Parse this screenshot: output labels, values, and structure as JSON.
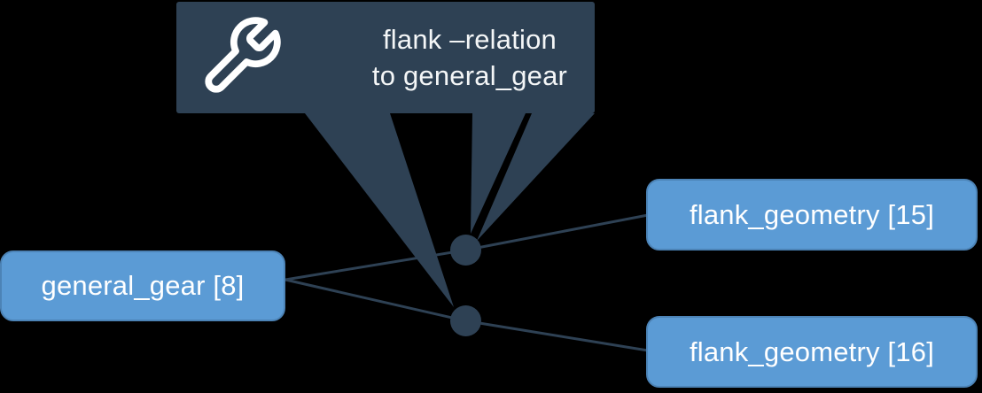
{
  "canvas": {
    "background": "#000000"
  },
  "tooltip": {
    "icon": "wrench-icon",
    "title_line1": "flank –relation",
    "title_line2": "to general_gear",
    "bg_color": "#2e4154",
    "text_color": "#f4f6f7"
  },
  "nodes": [
    {
      "id": "general-gear",
      "label": "general_gear [8]"
    },
    {
      "id": "flank-geometry-15",
      "label": "flank_geometry [15]"
    },
    {
      "id": "flank-geometry-16",
      "label": "flank_geometry [16]"
    }
  ],
  "edges": [
    {
      "from": "general_gear [8]",
      "to": "flank_geometry [15]"
    },
    {
      "from": "general_gear [8]",
      "to": "flank_geometry [16]"
    }
  ],
  "style": {
    "node_fill": "#5b9bd5",
    "node_border": "#4c83b6",
    "node_text_color": "#ffffff",
    "connector_color": "#2e4154"
  }
}
